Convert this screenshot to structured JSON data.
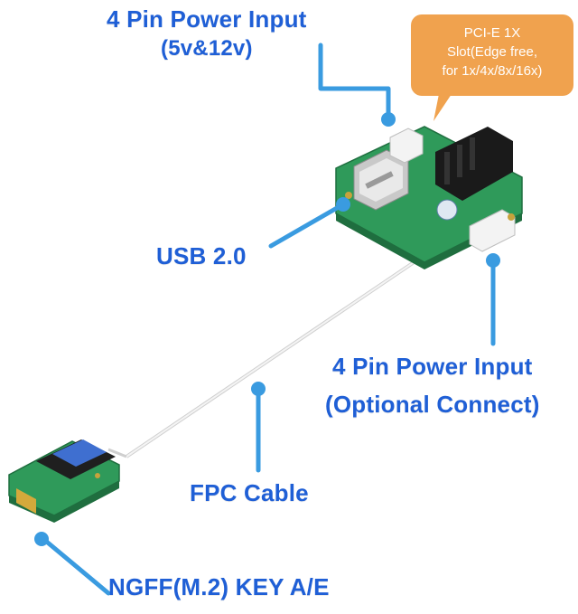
{
  "labels": {
    "power_top_line1": "4 Pin Power Input",
    "power_top_line2": "(5v&12v)",
    "usb": "USB 2.0",
    "power_optional_line1": "4 Pin Power Input",
    "power_optional_line2": "(Optional Connect)",
    "fpc": "FPC Cable",
    "ngff": "NGFF(M.2) KEY A/E"
  },
  "callout": {
    "line1": "PCI-E 1X",
    "line2": "Slot(Edge free,",
    "line3": "for 1x/4x/8x/16x)"
  },
  "colors": {
    "label_blue": "#1f5fd6",
    "leader_blue": "#3a9be0",
    "callout_orange": "#f0a24e",
    "pcb_green": "#2f9a5a"
  }
}
